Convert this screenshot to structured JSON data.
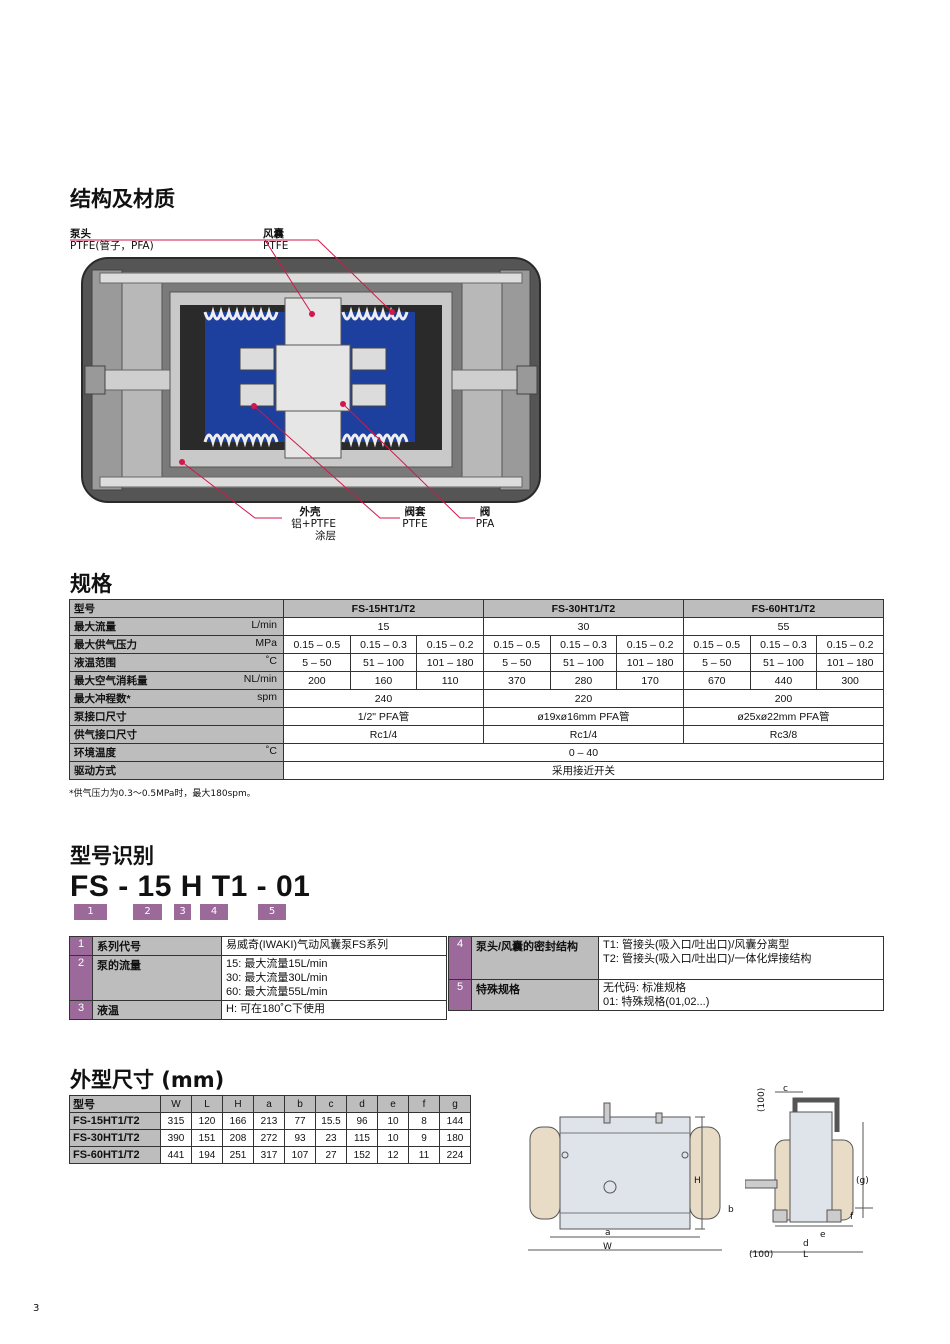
{
  "structure": {
    "title": "结构及材质",
    "callouts": [
      {
        "name": "泵头",
        "material": "PTFE(管子，PFA)"
      },
      {
        "name": "风囊",
        "material": "PTFE"
      },
      {
        "name": "外壳",
        "material": "铝+PTFE涂层"
      },
      {
        "name": "阀套",
        "material": "PTFE"
      },
      {
        "name": "阀",
        "material": "PFA"
      }
    ]
  },
  "spec": {
    "title": "规格",
    "model_label": "型号",
    "models": [
      "FS-15HT1/T2",
      "FS-30HT1/T2",
      "FS-60HT1/T2"
    ],
    "rows": {
      "flow": {
        "label": "最大流量",
        "unit": "L/min",
        "values": [
          "15",
          "30",
          "55"
        ]
      },
      "pressure": {
        "label": "最大供气压力",
        "unit": "MPa",
        "values": [
          "0.15 – 0.5",
          "0.15 – 0.3",
          "0.15 – 0.2",
          "0.15 – 0.5",
          "0.15 – 0.3",
          "0.15 – 0.2",
          "0.15 – 0.5",
          "0.15 – 0.3",
          "0.15 – 0.2"
        ]
      },
      "temp": {
        "label": "液温范围",
        "unit": "˚C",
        "values": [
          "5 – 50",
          "51 – 100",
          "101 – 180",
          "5 – 50",
          "51 – 100",
          "101 – 180",
          "5 – 50",
          "51 – 100",
          "101 – 180"
        ]
      },
      "air": {
        "label": "最大空气消耗量",
        "unit": "NL/min",
        "values": [
          "200",
          "160",
          "110",
          "370",
          "280",
          "170",
          "670",
          "440",
          "300"
        ]
      },
      "stroke": {
        "label": "最大冲程数*",
        "unit": "spm",
        "values": [
          "240",
          "220",
          "200"
        ]
      },
      "port": {
        "label": "泵接口尺寸",
        "unit": "",
        "values": [
          "1/2\" PFA管",
          "ø19xø16mm PFA管",
          "ø25xø22mm PFA管"
        ]
      },
      "airport": {
        "label": "供气接口尺寸",
        "unit": "",
        "values": [
          "Rc1/4",
          "Rc1/4",
          "Rc3/8"
        ]
      },
      "ambient": {
        "label": "环境温度",
        "unit": "˚C",
        "value": "0 – 40"
      },
      "drive": {
        "label": "驱动方式",
        "unit": "",
        "value": "采用接近开关"
      }
    },
    "note": "*供气压力为0.3～0.5MPa时，最大180spm。"
  },
  "code": {
    "title": "型号识别",
    "parts": [
      "FS",
      "-",
      "15",
      "H",
      "T1",
      "-",
      "01"
    ],
    "badges": [
      "1",
      "2",
      "3",
      "4",
      "5"
    ],
    "items": [
      {
        "num": "1",
        "key": "系列代号",
        "lines": [
          "易威奇(IWAKI)气动风囊泵FS系列"
        ]
      },
      {
        "num": "2",
        "key": "泵的流量",
        "lines": [
          "15: 最大流量15L/min",
          "30: 最大流量30L/min",
          "60: 最大流量55L/min"
        ]
      },
      {
        "num": "3",
        "key": "液温",
        "lines": [
          "H: 可在180˚C下使用"
        ]
      },
      {
        "num": "4",
        "key": "泵头/风囊的密封结构",
        "lines": [
          "T1: 管接头(吸入口/吐出口)/风囊分离型",
          "T2: 管接头(吸入口/吐出口)/一体化焊接结构"
        ]
      },
      {
        "num": "5",
        "key": "特殊规格",
        "lines": [
          "无代码: 标准规格",
          "01: 特殊规格(01,02...)"
        ]
      }
    ]
  },
  "dims": {
    "title": "外型尺寸 (mm)",
    "headers": [
      "型号",
      "W",
      "L",
      "H",
      "a",
      "b",
      "c",
      "d",
      "e",
      "f",
      "g"
    ],
    "rows": [
      [
        "FS-15HT1/T2",
        "315",
        "120",
        "166",
        "213",
        "77",
        "15.5",
        "96",
        "10",
        "8",
        "144"
      ],
      [
        "FS-30HT1/T2",
        "390",
        "151",
        "208",
        "272",
        "93",
        "23",
        "115",
        "10",
        "9",
        "180"
      ],
      [
        "FS-60HT1/T2",
        "441",
        "194",
        "251",
        "317",
        "107",
        "27",
        "152",
        "12",
        "11",
        "224"
      ]
    ],
    "drawing_labels": {
      "a": "a",
      "W": "W",
      "H": "H",
      "c": "c",
      "b": "b",
      "d": "d",
      "e": "e",
      "f": "f",
      "g": "(g)",
      "L": "L",
      "d100a": "(100)",
      "d100b": "(100)"
    }
  },
  "page_number": "3",
  "colors": {
    "accent": "#d3174b",
    "badge": "#9b6a9b",
    "header_gray": "#bdbdbd",
    "blue": "#1d3f9e"
  }
}
